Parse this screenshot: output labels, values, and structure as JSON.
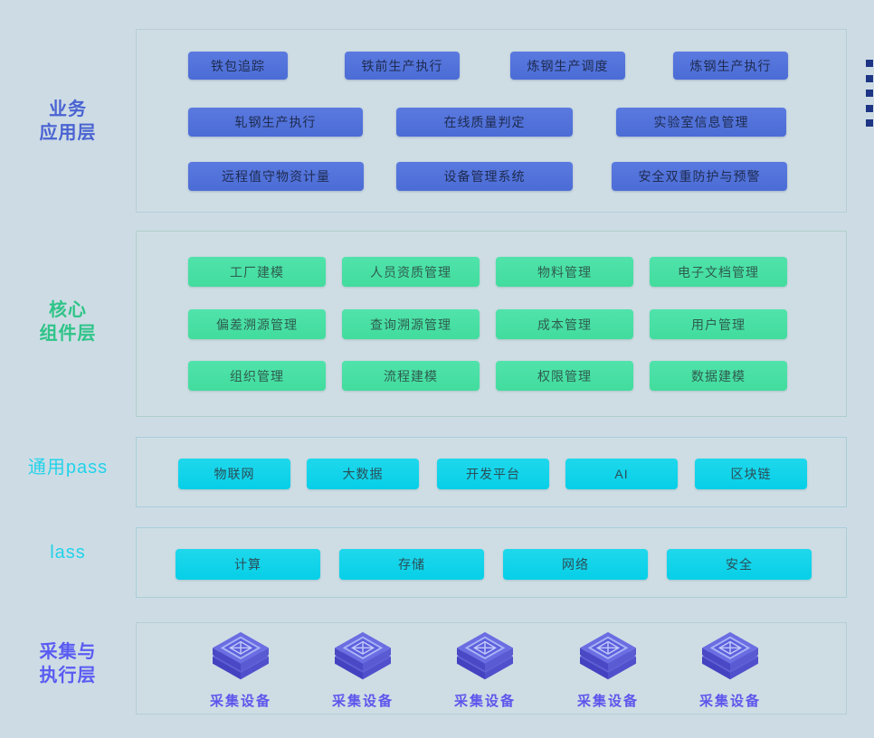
{
  "colors": {
    "background": "#cddce4",
    "business_button": "#4f72d9",
    "core_button": "#47dfa4",
    "paas_button": "#0cd2e8",
    "business_label": "#4a63d2",
    "core_label": "#2ec488",
    "paas_label": "#22d2ea",
    "collect_label": "#5a5bf2",
    "device_label": "#5e55ec",
    "edge_square": "#1d3584"
  },
  "layers": {
    "business": {
      "label_lines": [
        "业务",
        "应用层"
      ],
      "rows": [
        [
          "铁包追踪",
          "铁前生产执行",
          "炼钢生产调度",
          "炼钢生产执行"
        ],
        [
          "轧钢生产执行",
          "在线质量判定",
          "实验室信息管理"
        ],
        [
          "远程值守物资计量",
          "设备管理系统",
          "安全双重防护与预警"
        ]
      ]
    },
    "core": {
      "label_lines": [
        "核心",
        "组件层"
      ],
      "rows": [
        [
          "工厂建模",
          "人员资质管理",
          "物料管理",
          "电子文档管理"
        ],
        [
          "偏差溯源管理",
          "查询溯源管理",
          "成本管理",
          "用户管理"
        ],
        [
          "组织管理",
          "流程建模",
          "权限管理",
          "数据建模"
        ]
      ]
    },
    "paas": {
      "label": "通用pass",
      "buttons": [
        "物联网",
        "大数据",
        "开发平台",
        "AI",
        "区块链"
      ]
    },
    "iaas": {
      "label": "lass",
      "buttons": [
        "计算",
        "存储",
        "网络",
        "安全"
      ]
    },
    "collect": {
      "label_lines": [
        "采集与",
        "执行层"
      ],
      "devices": [
        "采集设备",
        "采集设备",
        "采集设备",
        "采集设备",
        "采集设备"
      ]
    }
  }
}
